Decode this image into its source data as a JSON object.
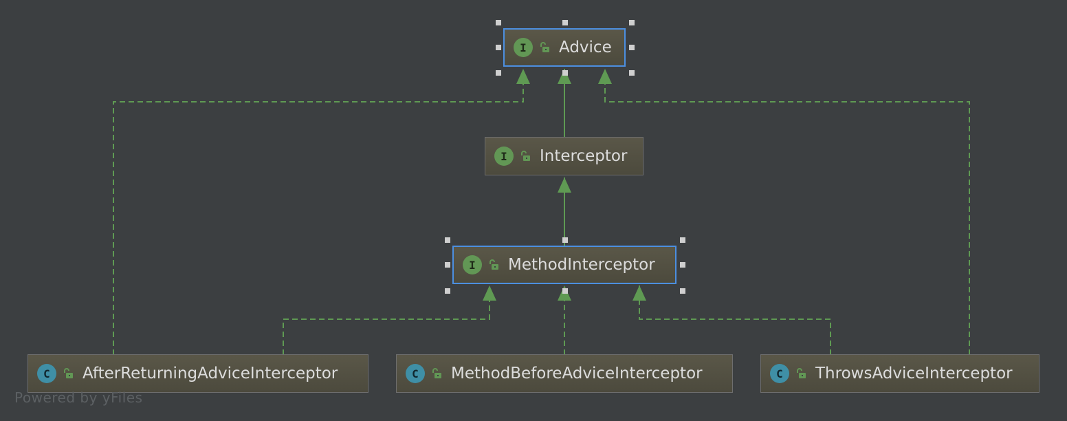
{
  "diagram": {
    "nodes": {
      "advice": {
        "kind": "I",
        "label": "Advice"
      },
      "interceptor": {
        "kind": "I",
        "label": "Interceptor"
      },
      "method_interceptor": {
        "kind": "I",
        "label": "MethodInterceptor"
      },
      "after_returning": {
        "kind": "C",
        "label": "AfterReturningAdviceInterceptor"
      },
      "method_before": {
        "kind": "C",
        "label": "MethodBeforeAdviceInterceptor"
      },
      "throws_advice": {
        "kind": "C",
        "label": "ThrowsAdviceInterceptor"
      }
    },
    "edges": [
      {
        "from": "Interceptor",
        "to": "Advice",
        "type": "extends"
      },
      {
        "from": "MethodInterceptor",
        "to": "Interceptor",
        "type": "extends"
      },
      {
        "from": "AfterReturningAdviceInterceptor",
        "to": "Advice",
        "type": "implements"
      },
      {
        "from": "ThrowsAdviceInterceptor",
        "to": "Advice",
        "type": "implements"
      },
      {
        "from": "AfterReturningAdviceInterceptor",
        "to": "MethodInterceptor",
        "type": "implements"
      },
      {
        "from": "MethodBeforeAdviceInterceptor",
        "to": "MethodInterceptor",
        "type": "implements"
      },
      {
        "from": "ThrowsAdviceInterceptor",
        "to": "MethodInterceptor",
        "type": "implements"
      }
    ],
    "selected": [
      "Advice",
      "MethodInterceptor"
    ],
    "colors": {
      "background": "#3c3f41",
      "edge": "#5f9a53",
      "interface_badge": "#629755",
      "class_badge": "#3f8fa6",
      "selection": "#4c8fe0"
    },
    "icons": {
      "interface_badge": "interface-icon",
      "class_badge": "class-icon",
      "visibility": "public-lock-icon"
    }
  },
  "watermark": "Powered by yFiles"
}
